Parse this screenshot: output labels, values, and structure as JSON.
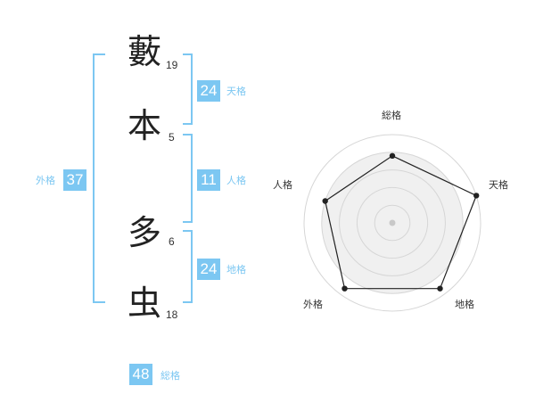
{
  "name": {
    "characters": [
      {
        "char": "藪",
        "strokes": "19"
      },
      {
        "char": "本",
        "strokes": "5"
      },
      {
        "char": "多",
        "strokes": "6"
      },
      {
        "char": "虫",
        "strokes": "18"
      }
    ]
  },
  "scores": {
    "tenkaku": {
      "value": "24",
      "label": "天格"
    },
    "jinkaku": {
      "value": "11",
      "label": "人格"
    },
    "chikaku": {
      "value": "24",
      "label": "地格"
    },
    "gaikaku": {
      "value": "37",
      "label": "外格"
    },
    "soukaku": {
      "value": "48",
      "label": "総格"
    }
  },
  "radar": {
    "labels": {
      "soukaku": "総格",
      "tenkaku": "天格",
      "chikaku": "地格",
      "gaikaku": "外格",
      "jinkaku": "人格"
    },
    "ring_count": 5,
    "levels_fraction": {
      "soukaku": 0.76,
      "tenkaku": 1.0,
      "chikaku": 0.92,
      "gaikaku": 0.92,
      "jinkaku": 0.8
    },
    "colors": {
      "outer_fill": "#ffffff",
      "ring_stroke": "#d6d6d6",
      "inner_fill": "#f0f0f0",
      "polygon_stroke": "#222222",
      "point_fill": "#222222",
      "center_dot": "#c8c8c8"
    }
  },
  "colors": {
    "accent": "#7cc7f2",
    "text": "#222222"
  }
}
